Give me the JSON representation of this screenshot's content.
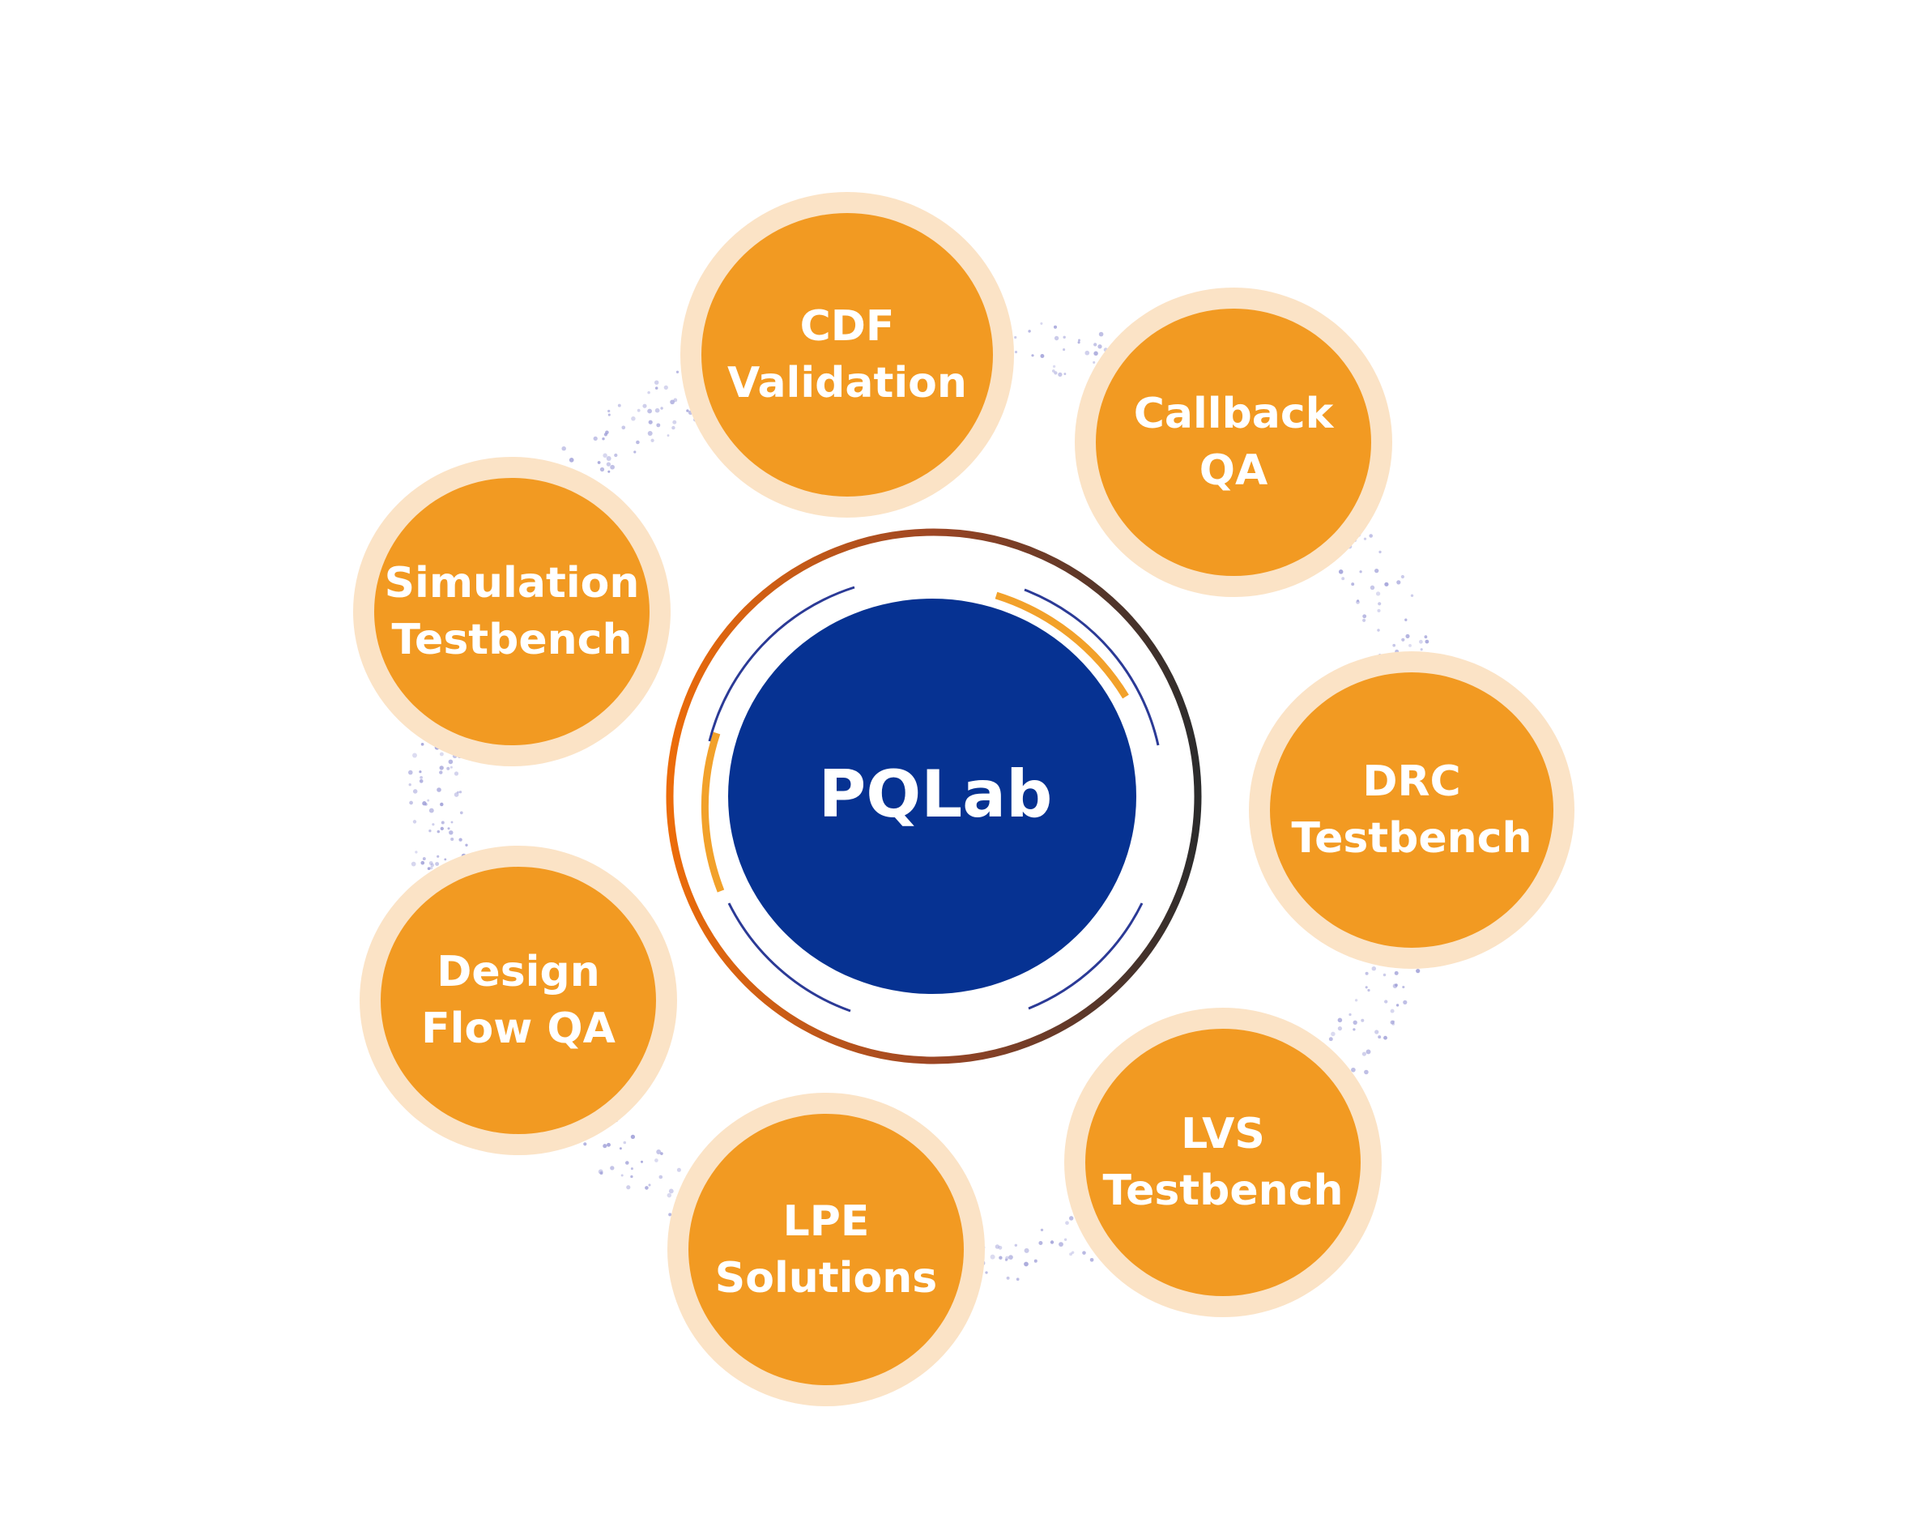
{
  "center": {
    "label": "PQLab",
    "color": "#063292"
  },
  "ring_colors": {
    "start": "#ec6c0a",
    "mid": "#9c4624",
    "end": "#2c2c2c",
    "accent": "#f2a12a",
    "inner_line": "#2b3a96"
  },
  "node_colors": {
    "fill": "#f29a22",
    "halo": "#fbe3c6",
    "dots": "#9b9bd6"
  },
  "nodes": [
    {
      "id": "cdf-validation",
      "lines": [
        "CDF",
        "Validation"
      ]
    },
    {
      "id": "callback-qa",
      "lines": [
        "Callback",
        "QA"
      ]
    },
    {
      "id": "drc-testbench",
      "lines": [
        "DRC",
        "Testbench"
      ]
    },
    {
      "id": "lvs-testbench",
      "lines": [
        "LVS",
        "Testbench"
      ]
    },
    {
      "id": "lpe-solutions",
      "lines": [
        "LPE",
        "Solutions"
      ]
    },
    {
      "id": "design-flow-qa",
      "lines": [
        "Design",
        "Flow QA"
      ]
    },
    {
      "id": "simulation-testbench",
      "lines": [
        "Simulation",
        "Testbench"
      ]
    }
  ]
}
